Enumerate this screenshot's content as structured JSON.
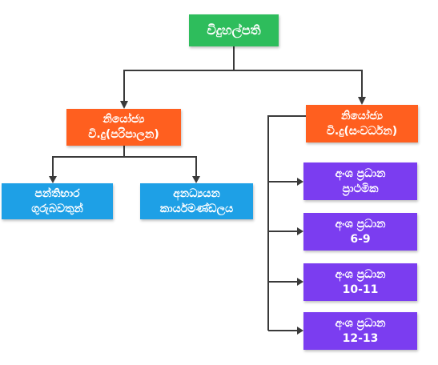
{
  "colors": {
    "root": "#2ebd5c",
    "manager": "#ff5f1f",
    "unit": "#1ea0e6",
    "section": "#7b3df0",
    "connector": "#3a3a3a"
  },
  "root": {
    "label": "විදුහල්පති"
  },
  "admin_manager": {
    "line1": "නියෝජ්‍ය",
    "line2": "වි.දු(පරිපාලන)"
  },
  "dev_manager": {
    "line1": "නියෝජ්‍ය",
    "line2": "වි.දු(සංවර්ධන)"
  },
  "admin_units": [
    {
      "line1": "පන්තිභාර",
      "line2": "ගුරුබවතුන්"
    },
    {
      "line1": "අනධ්‍යයන",
      "line2": "කාර්යමණ්ඩලය"
    }
  ],
  "sections": [
    {
      "line1": "අංශ ප්‍රධාන",
      "line2": "ප්‍රාථමික"
    },
    {
      "line1": "අංශ ප්‍රධාන",
      "line2": "6-9"
    },
    {
      "line1": "අංශ ප්‍රධාන",
      "line2": "10-11"
    },
    {
      "line1": "අංශ ප්‍රධාන",
      "line2": "12-13"
    }
  ]
}
